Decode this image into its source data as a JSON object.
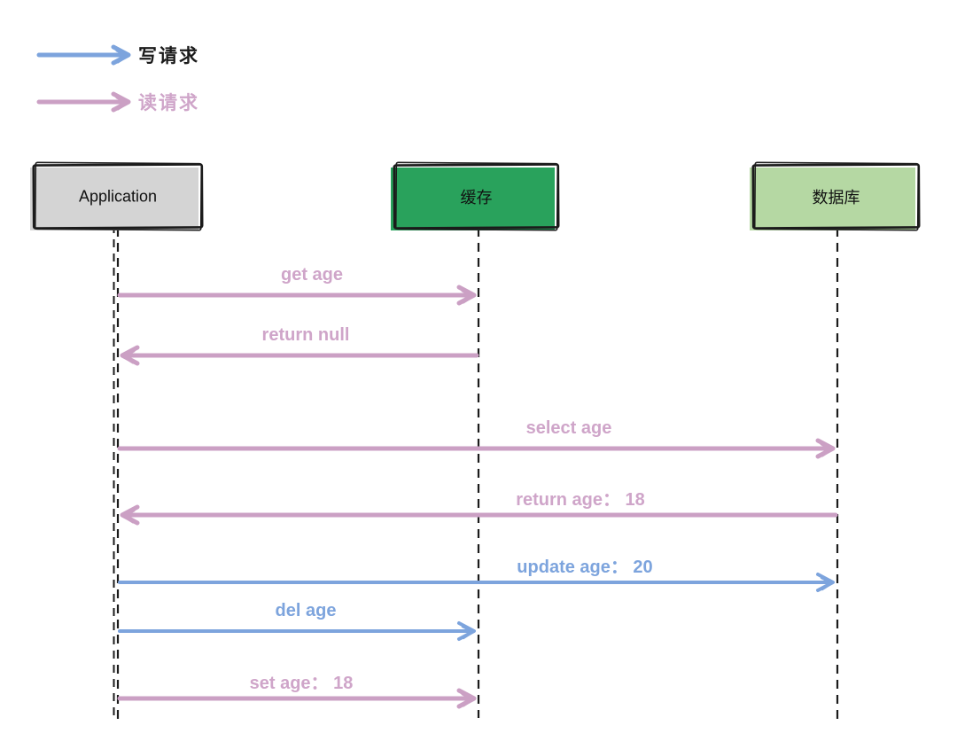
{
  "canvas": {
    "background": "#ffffff"
  },
  "colors": {
    "read": "#CBA0C4",
    "read_label": "#CFA5C9",
    "write": "#7DA4DD",
    "write_label": "#7DA4DD",
    "line": "#1b1b1b"
  },
  "legend": {
    "items": [
      {
        "id": "write",
        "label": "写请求",
        "arrow_color": "#7DA4DD",
        "label_color": "#1b1b1b"
      },
      {
        "id": "read",
        "label": "读请求",
        "arrow_color": "#CBA0C4",
        "label_color": "#CFA5C9"
      }
    ]
  },
  "participants": [
    {
      "id": "application",
      "label": "Application",
      "fill": "#D4D4D4",
      "label_color": "#111111"
    },
    {
      "id": "cache",
      "label": "缓存",
      "fill": "#29A25C",
      "label_color": "#111111"
    },
    {
      "id": "database",
      "label": "数据库",
      "fill": "#B5D8A3",
      "label_color": "#111111"
    }
  ],
  "messages": [
    {
      "label": "get age",
      "from": "application",
      "to": "cache",
      "type": "read"
    },
    {
      "label": "return null",
      "from": "cache",
      "to": "application",
      "type": "read"
    },
    {
      "label": "select age",
      "from": "application",
      "to": "database",
      "type": "read"
    },
    {
      "label": "return age： 18",
      "from": "database",
      "to": "application",
      "type": "read"
    },
    {
      "label": "update age： 20",
      "from": "application",
      "to": "database",
      "type": "write"
    },
    {
      "label": "del age",
      "from": "application",
      "to": "cache",
      "type": "write"
    },
    {
      "label": "set age： 18",
      "from": "application",
      "to": "cache",
      "type": "read"
    }
  ]
}
